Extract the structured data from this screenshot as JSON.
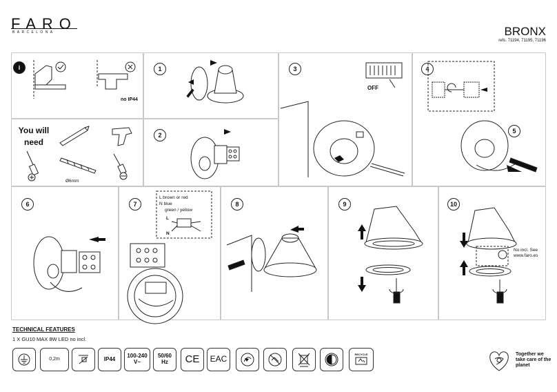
{
  "brand": {
    "name": "FARO",
    "sub": "BARCELONA"
  },
  "product": {
    "name": "BRONX",
    "refs": "refs. 71194, 71195, 71196"
  },
  "info_cell": {
    "no_ip44": "no IP44"
  },
  "tools_cell": {
    "title": "You will need",
    "drill_size": "Ø6mm"
  },
  "steps": [
    {
      "number": "1"
    },
    {
      "number": "2"
    },
    {
      "number": "3",
      "off": "OFF"
    },
    {
      "number": "4"
    },
    {
      "number": "5"
    },
    {
      "number": "6"
    },
    {
      "number": "7",
      "wires": [
        "L brown or red",
        "N blue",
        "green / yellow"
      ],
      "l": "L",
      "n": "N"
    },
    {
      "number": "8"
    },
    {
      "number": "9"
    },
    {
      "number": "10",
      "note": "No incl. See www.faro.es"
    }
  ],
  "tech": {
    "title": "TECHNICAL FEATURES",
    "line": "1 X GU10 MAX 8W LED no incl."
  },
  "symbols": {
    "distance": "0,2m",
    "ip": "IP44",
    "voltage": "100-240 V~",
    "freq": "50/60 Hz",
    "ce": "CE",
    "eac": "EAC",
    "recycle": "RECYCLE"
  },
  "planet": "Together we take care of the planet"
}
